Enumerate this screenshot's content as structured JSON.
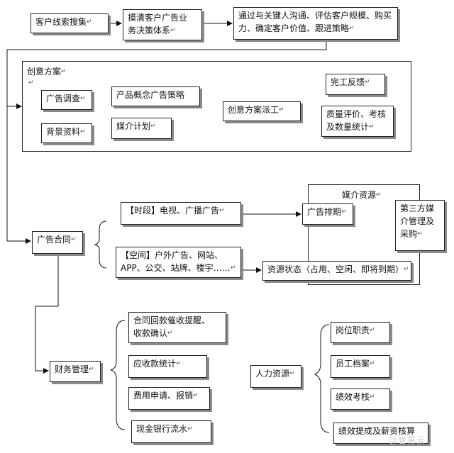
{
  "top": {
    "collect": "客户线索搜集",
    "clarify_line1": "摸清客户广告业",
    "clarify_line2": "务决策体系",
    "comm_line1": "通过与关键人沟通、评估客户规模、购买",
    "comm_line2": "力、确定客户价值、跟进策略"
  },
  "creative": {
    "title": "创意方案",
    "survey": "广告调查",
    "background": "背景资料",
    "concept": "产品概念广告策略",
    "media_plan": "媒介计划",
    "dispatch": "创意方案派工",
    "feedback": "完工反馈",
    "quality_line1": "质量评价、考核",
    "quality_line2": "及数量统计"
  },
  "contract": {
    "label": "广告合同",
    "time_slot": "【时段】电视、广播广告",
    "space_line1": "【空间】户外广告、网站、",
    "space_line2": "APP、公交、站牌、楼宇……",
    "media_resource": "媒介资源",
    "schedule": "广告排期",
    "resource_status": "资源状态（占用、空闲、即将到期）",
    "third_party_line1": "第三方媒",
    "third_party_line2": "介管理及",
    "third_party_line3": "采购"
  },
  "finance": {
    "label": "财务管理",
    "remind_line1": "合同回款催收提醒、",
    "remind_line2": "收款确认",
    "receivable": "应收款统计",
    "expense": "费用申请、报销",
    "cash": "现金银行流水"
  },
  "hr": {
    "label": "人力资源",
    "duty": "岗位职责",
    "file": "员工档案",
    "perf": "绩效考核",
    "bonus": "绩效提成及薪资核算"
  },
  "para_mark": "↵",
  "watermark": "@管易云"
}
